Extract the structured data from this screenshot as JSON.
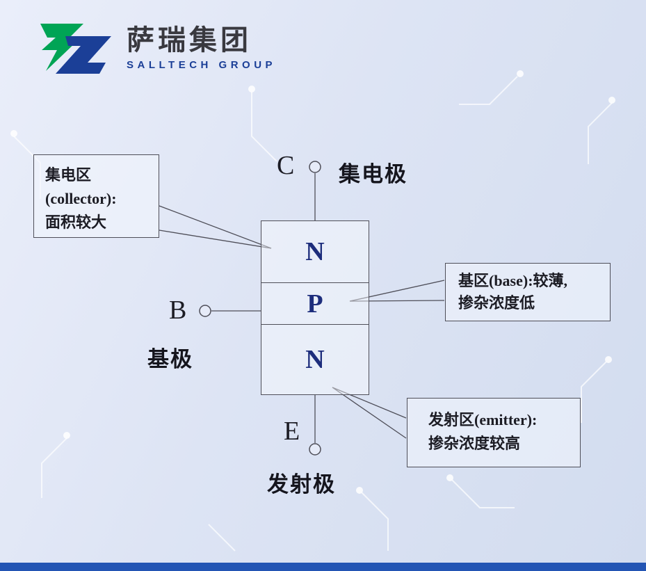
{
  "logo": {
    "company_cn": "萨瑞集团",
    "company_en": "SALLTECH GROUP",
    "colors": {
      "green": "#00a455",
      "blue": "#1b3f97"
    }
  },
  "diagram": {
    "title_semantic": "NPN transistor structure diagram",
    "regions": [
      {
        "label": "N"
      },
      {
        "label": "P"
      },
      {
        "label": "N"
      }
    ],
    "terminals": {
      "collector": {
        "letter": "C",
        "label": "集电极"
      },
      "base": {
        "letter": "B",
        "label": "基极"
      },
      "emitter": {
        "letter": "E",
        "label": "发射极"
      }
    },
    "callouts": {
      "collector": {
        "lines": [
          "集电区",
          "(collector):",
          "面积较大"
        ]
      },
      "base": {
        "lines": [
          "基区(base):较薄,",
          "掺杂浓度低"
        ]
      },
      "emitter": {
        "lines": [
          "发射区(emitter):",
          "掺杂浓度较高"
        ]
      }
    },
    "colors": {
      "region_letter": "#1d2d7c",
      "line": "#4e4e58",
      "text": "#1c1c24",
      "bottom_bar": "#2355b4",
      "background": "#dde4f4"
    }
  }
}
